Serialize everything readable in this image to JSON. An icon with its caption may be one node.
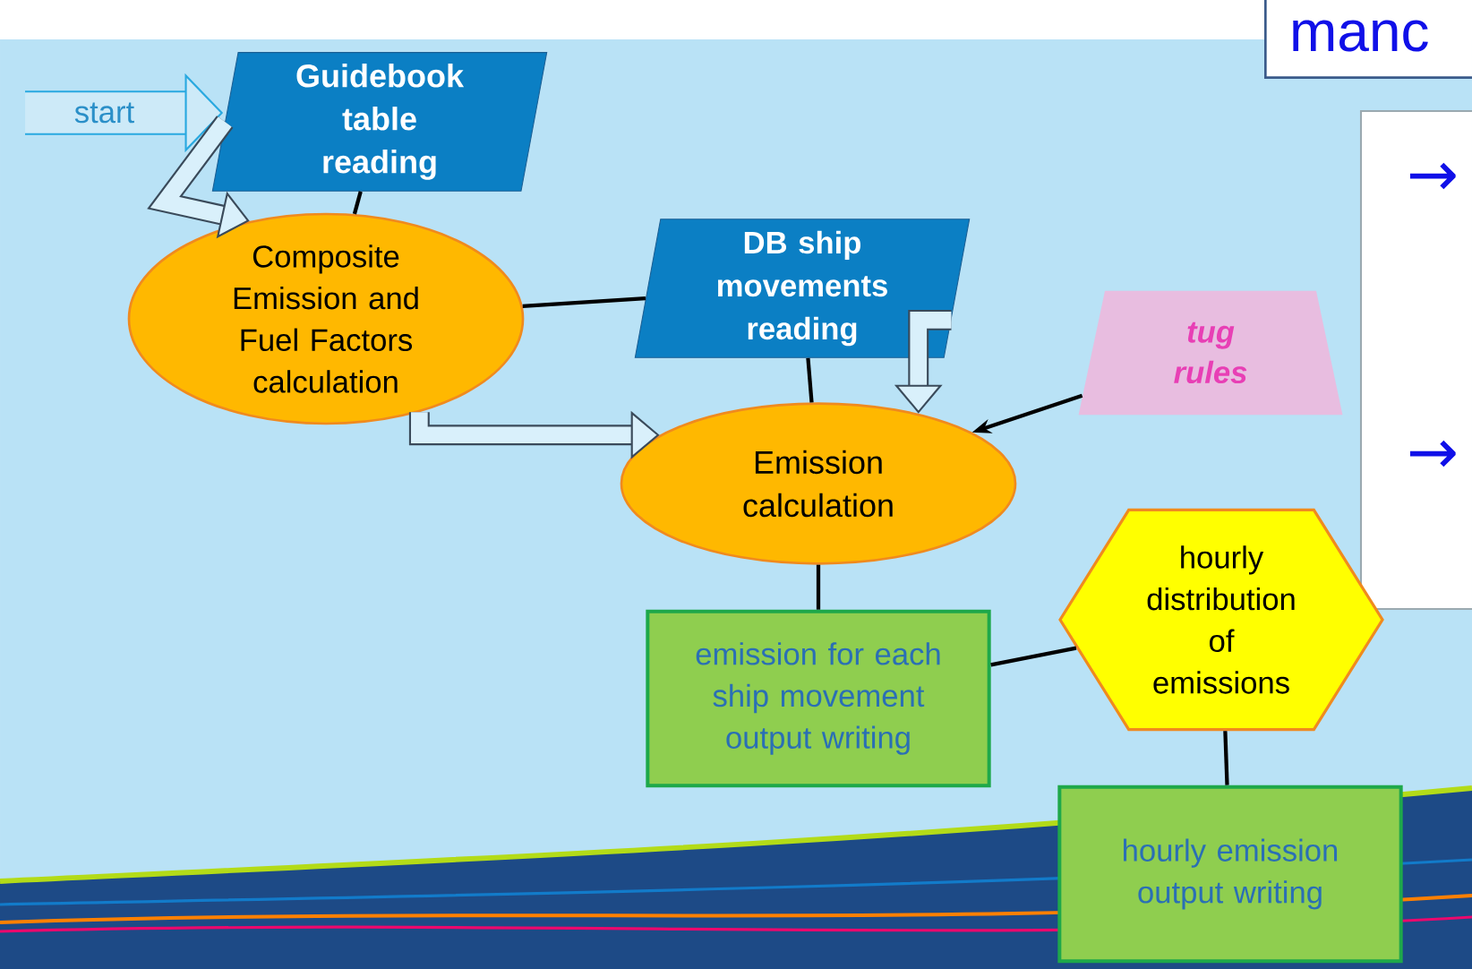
{
  "diagram": {
    "nodes": [
      {
        "text": [
          "Guidebook table reading"
        ]
      },
      {
        "text": [
          "Composite Emission and Fuel Factors calculation"
        ]
      },
      {
        "text": [
          "DB ship movements reading"
        ]
      },
      {
        "text": [
          "tug rules"
        ]
      },
      {
        "text": [
          "Emission calculation"
        ]
      },
      {
        "text": [
          "emission for each ship movement output writing"
        ]
      },
      {
        "text": [
          "hourly distribution of emissions"
        ]
      },
      {
        "text": [
          "hourly emission output writing"
        ]
      },
      {
        "text": [
          "manc"
        ]
      }
    ],
    "edges": [
      {
        "from": null,
        "to": 0,
        "arrow": "to",
        "style": "thick",
        "color": "#29a9e0",
        "label": "start"
      },
      {
        "from": 0,
        "to": 1,
        "arrow": "to",
        "style": "thick"
      },
      {
        "from": 0,
        "to": 1,
        "arrow": "none"
      },
      {
        "from": 1,
        "to": 2,
        "arrow": "none"
      },
      {
        "from": 1,
        "to": 4,
        "arrow": "to",
        "style": "thick"
      },
      {
        "from": 2,
        "to": 4,
        "arrow": "none"
      },
      {
        "from": 2,
        "to": 4,
        "arrow": "to",
        "style": "thick"
      },
      {
        "from": 3,
        "to": 4,
        "arrow": "to"
      },
      {
        "from": 4,
        "to": 5,
        "arrow": "none"
      },
      {
        "from": 5,
        "to": 6,
        "arrow": "none"
      },
      {
        "from": 6,
        "to": 7,
        "arrow": "none"
      }
    ],
    "labels": [
      "→",
      "→"
    ]
  }
}
